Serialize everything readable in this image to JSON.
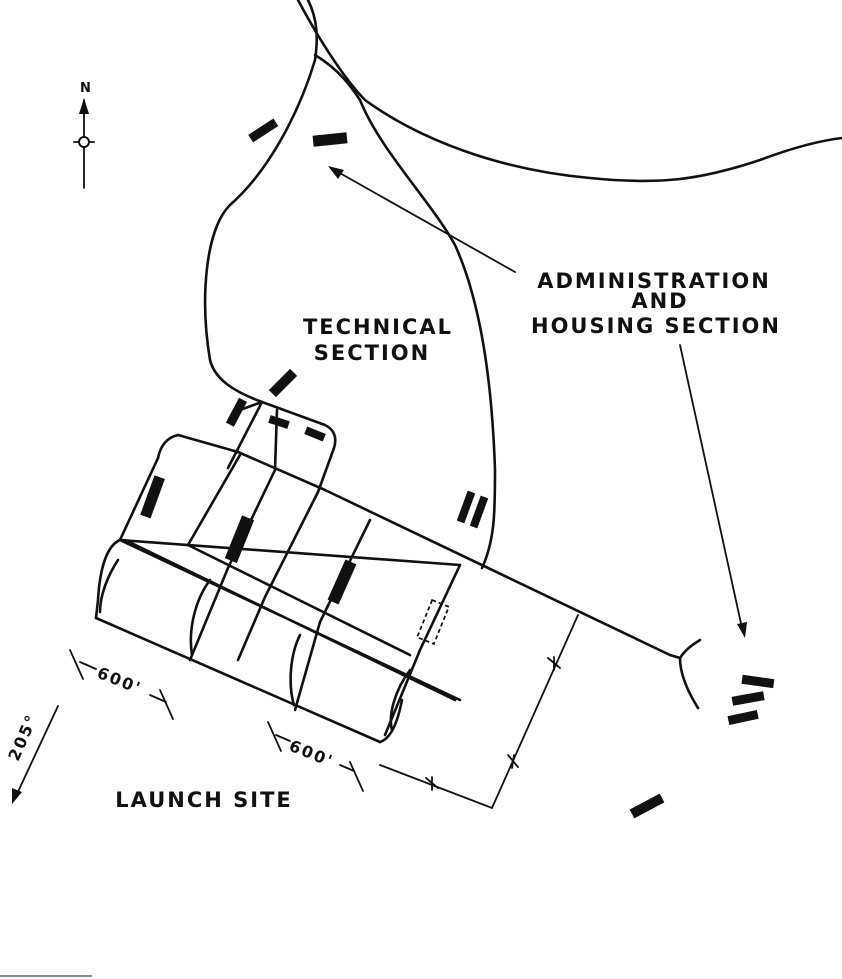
{
  "north_label": "N",
  "labels": {
    "admin_line1": "ADMINISTRATION",
    "admin_line2": "AND",
    "admin_line3": "HOUSING SECTION",
    "technical_line1": "TECHNICAL",
    "technical_line2": "SECTION",
    "launch_site": "LAUNCH SITE",
    "dimension_1": "600'",
    "dimension_2": "600'",
    "bearing": "205°"
  },
  "colors": {
    "ink": "#111111",
    "paper": "#ffffff"
  }
}
